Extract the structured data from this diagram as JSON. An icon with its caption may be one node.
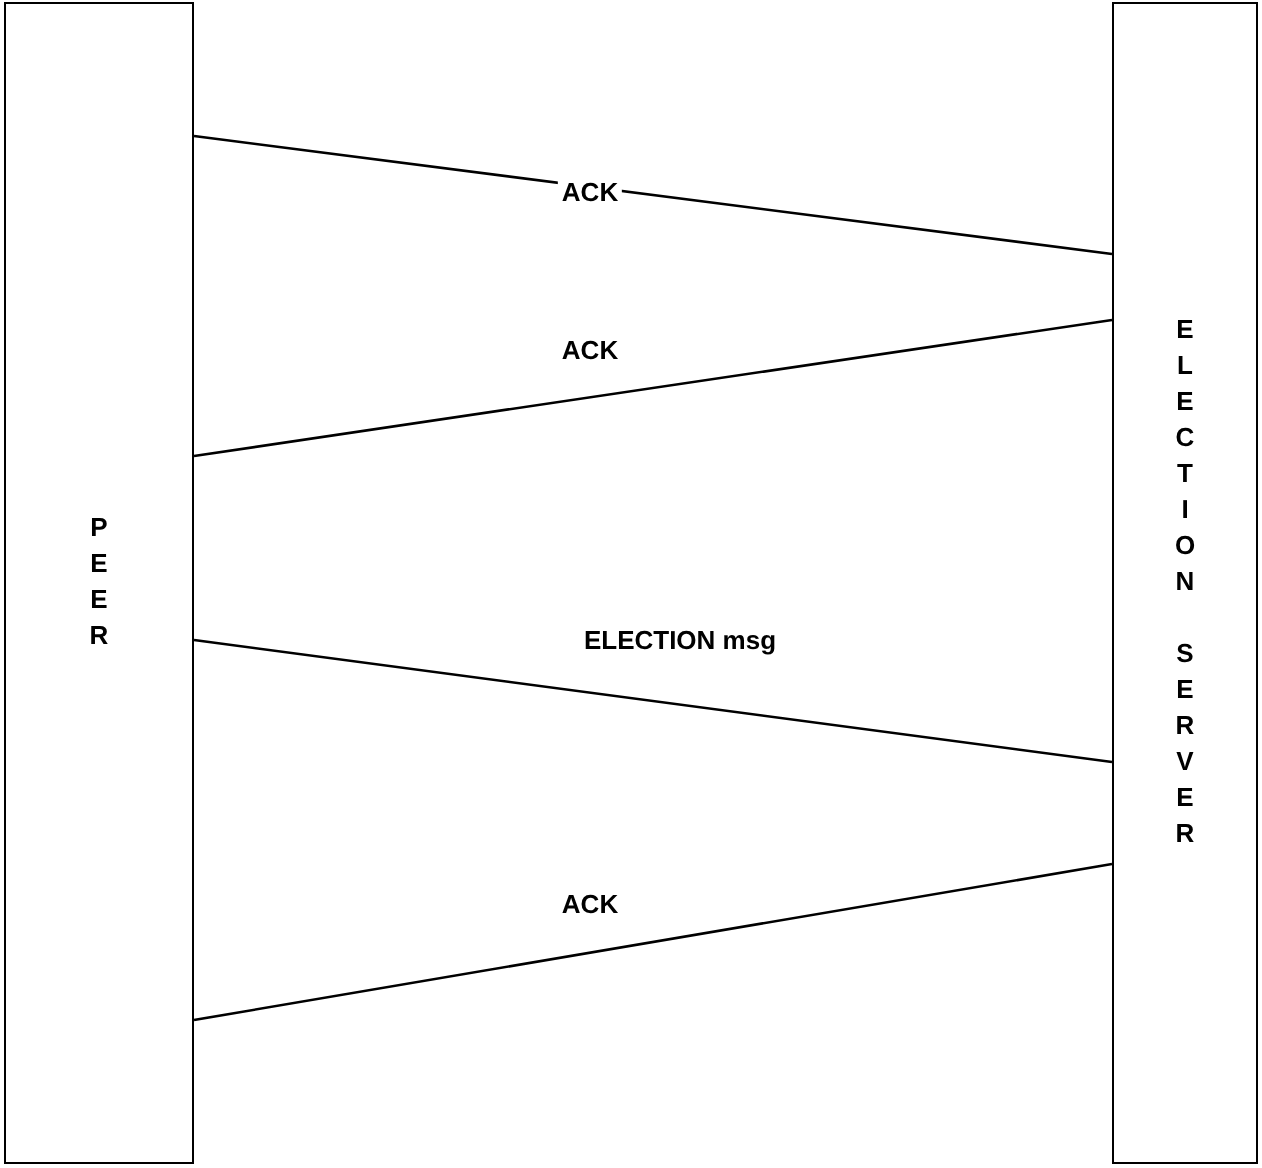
{
  "diagram": {
    "nodes": [
      {
        "text": [
          "PEER"
        ]
      },
      {
        "text": [
          "ELECTION SERVER"
        ]
      }
    ],
    "edges": [
      {
        "from": 0,
        "to": 1,
        "arrow": "none",
        "label": "ACK"
      },
      {
        "from": 1,
        "to": 0,
        "arrow": "none",
        "label": "ACK"
      },
      {
        "from": 0,
        "to": 1,
        "arrow": "none",
        "label": "ELECTION msg"
      },
      {
        "from": 1,
        "to": 0,
        "arrow": "none",
        "label": "ACK"
      }
    ]
  }
}
